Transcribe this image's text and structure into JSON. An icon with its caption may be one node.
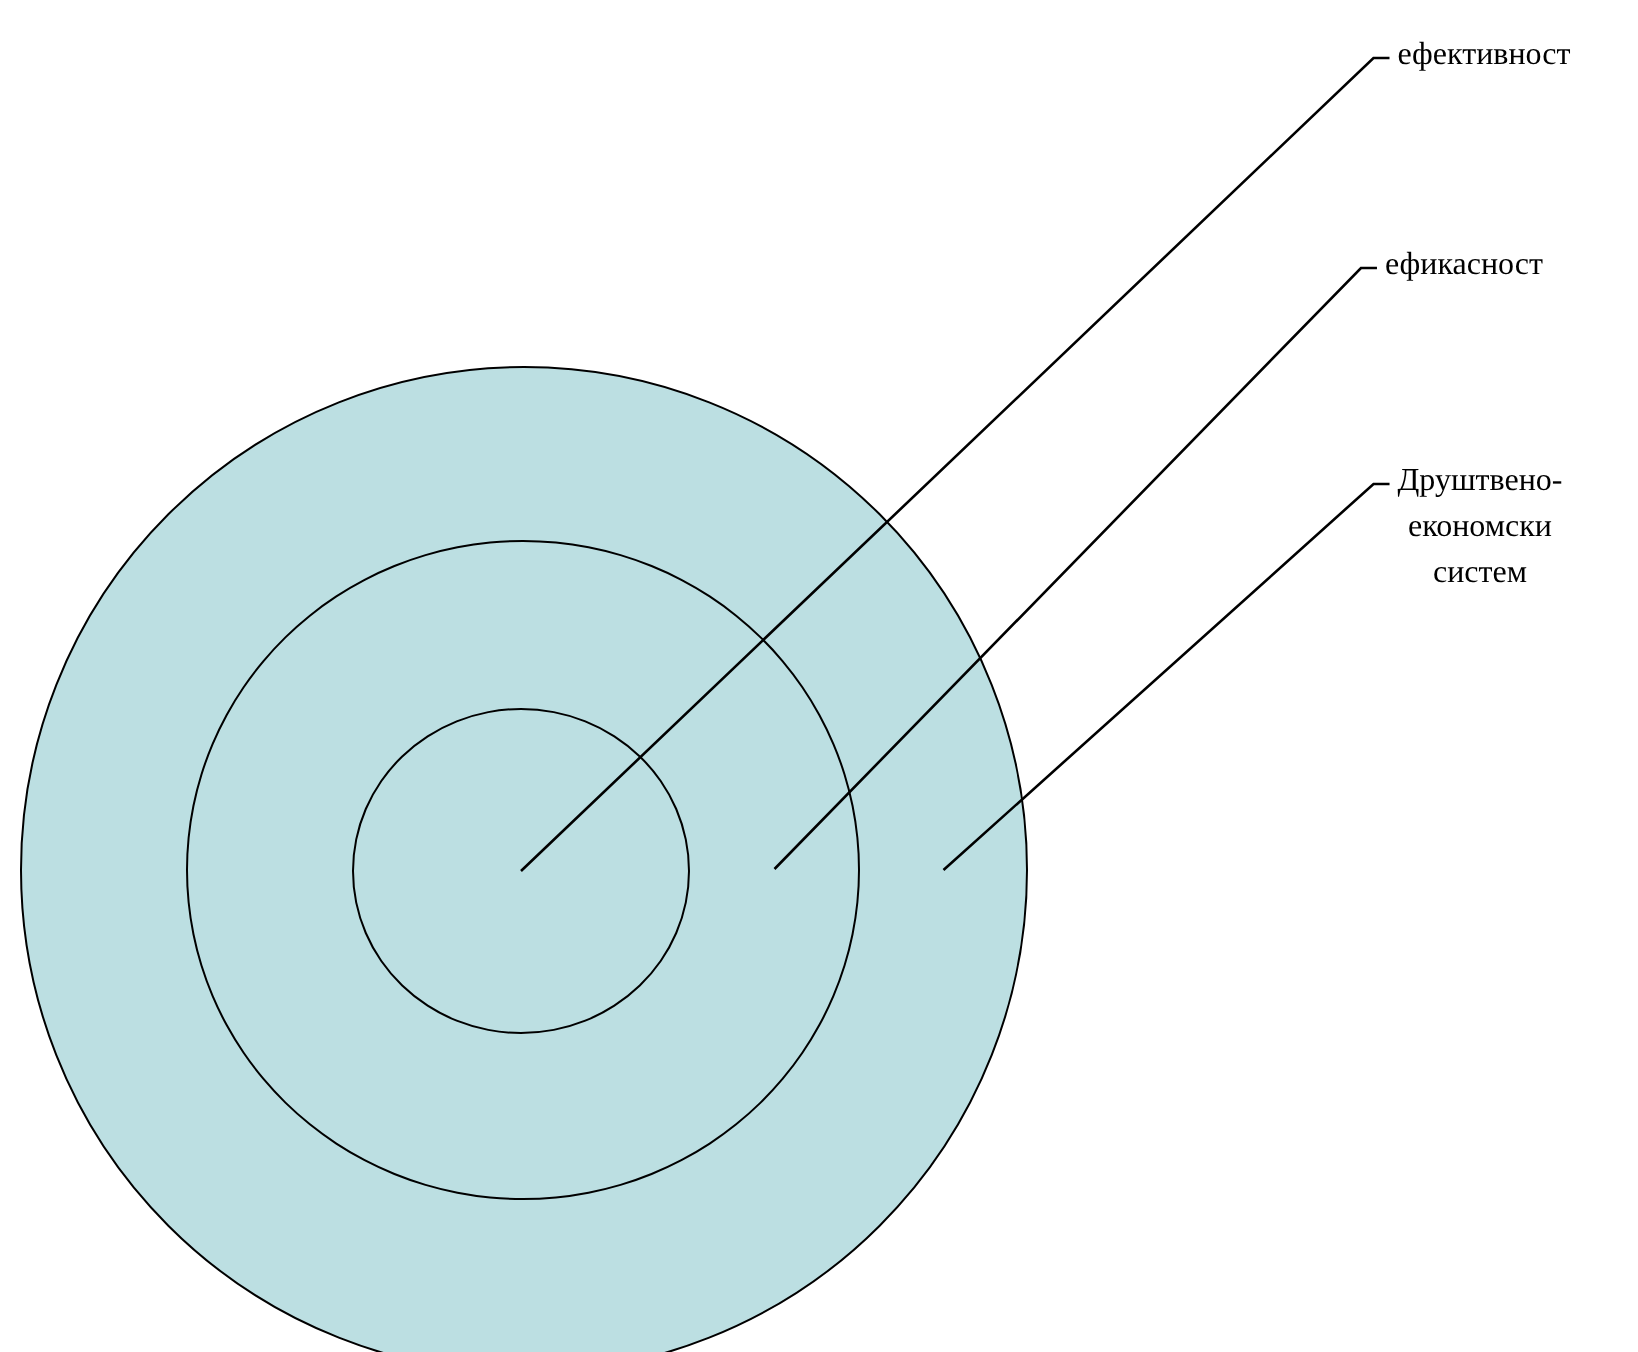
{
  "diagram": {
    "nodes": [
      {
        "text": [],
        "shape": "circle"
      },
      {
        "text": [],
        "shape": "circle",
        "in": 0
      },
      {
        "text": [],
        "shape": "circle",
        "in": 1
      },
      {
        "text": [
          "ефективност"
        ]
      },
      {
        "text": [
          "ефикасност"
        ]
      },
      {
        "text": [
          "Друштвено-економски систем"
        ]
      }
    ],
    "edges": [
      {
        "from": 3,
        "to": 2,
        "arrow": "none"
      },
      {
        "from": 4,
        "to": 1,
        "arrow": "none"
      },
      {
        "from": 5,
        "to": 0,
        "arrow": "none"
      }
    ]
  }
}
